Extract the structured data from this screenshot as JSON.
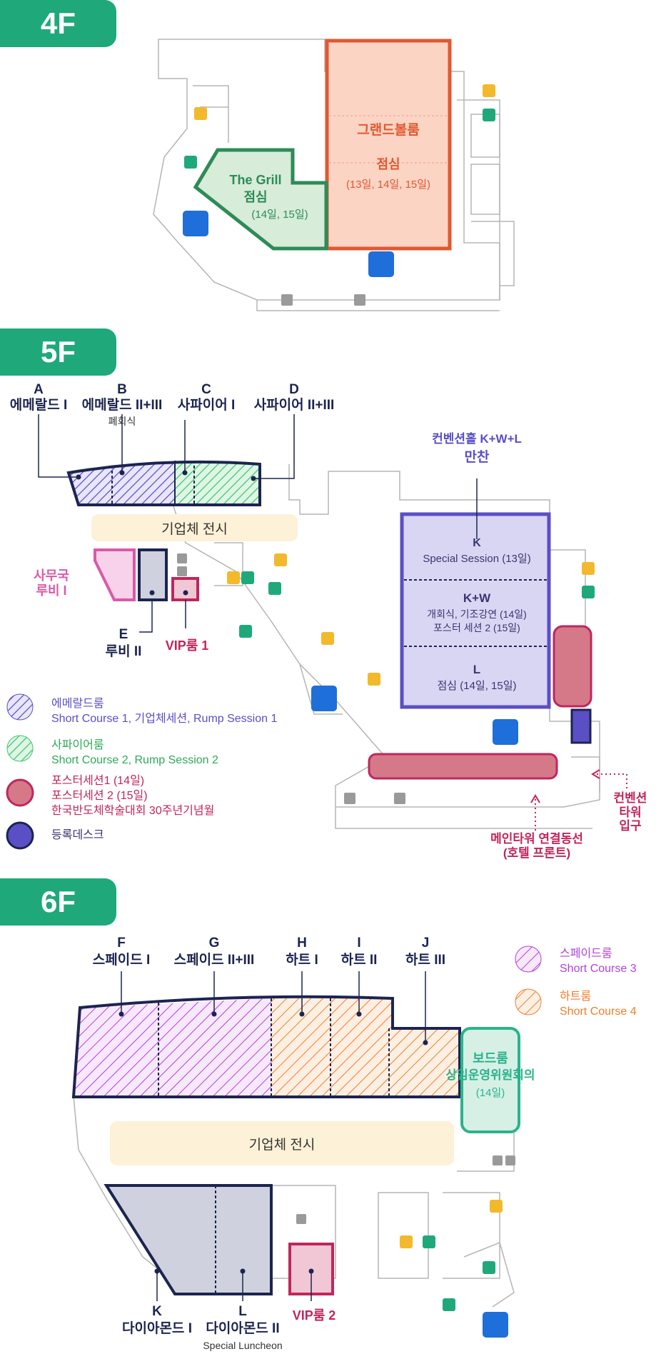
{
  "floors": {
    "f4": {
      "tag": "4F",
      "grandballroom": {
        "name": "그랜드볼룸",
        "use": "점심",
        "dates": "(13일, 14일, 15일)"
      },
      "grill": {
        "name": "The Grill",
        "use": "점심",
        "dates": "(14일, 15일)"
      }
    },
    "f5": {
      "tag": "5F",
      "rooms": {
        "a": {
          "code": "A",
          "name": "에메랄드 I"
        },
        "b": {
          "code": "B",
          "name": "에메랄드 II+III",
          "note": "폐회식"
        },
        "c": {
          "code": "C",
          "name": "사파이어 I"
        },
        "d": {
          "code": "D",
          "name": "사파이어 II+III"
        },
        "e": {
          "code": "E",
          "name": "루비 II"
        }
      },
      "office": "사무국\n루비 I",
      "vip": "VIP룸 1",
      "exhibit": "기업체 전시",
      "convention": {
        "title": "컨벤션홀 K+W+L",
        "use": "만찬"
      },
      "hall_k": {
        "code": "K",
        "desc": "Special Session (13일)"
      },
      "hall_kw": {
        "code": "K+W",
        "desc1": "개회식, 기조강연 (14일)",
        "desc2": "포스터 세션 2 (15일)"
      },
      "hall_l": {
        "code": "L",
        "desc": "점심 (14일, 15일)"
      },
      "legend": {
        "emerald": {
          "title": "에메랄드룸",
          "desc": "Short Course 1, 기업체세션, Rump Session 1"
        },
        "sapphire": {
          "title": "사파이어룸",
          "desc": "Short Course 2, Rump Session 2"
        },
        "poster": {
          "line1": "포스터세션1 (14일)",
          "line2": "포스터세션 2 (15일)",
          "line3": "한국반도체학술대회 30주년기념월"
        },
        "registration": {
          "title": "등록데스크"
        }
      },
      "main_tower": "메인타워 연결동선\n(호텔 프론트)",
      "convention_tower": "컨벤션타워\n입구"
    },
    "f6": {
      "tag": "6F",
      "rooms": {
        "f": {
          "code": "F",
          "name": "스페이드 I"
        },
        "g": {
          "code": "G",
          "name": "스페이드 II+III"
        },
        "h": {
          "code": "H",
          "name": "하트 I"
        },
        "i": {
          "code": "I",
          "name": "하트 II"
        },
        "j": {
          "code": "J",
          "name": "하트 III"
        },
        "k": {
          "code": "K",
          "name": "다이아몬드 I"
        },
        "l": {
          "code": "L",
          "name": "다이아몬드 II",
          "note": "Special Luncheon"
        }
      },
      "vip": "VIP룸 2",
      "exhibit": "기업체 전시",
      "boardroom": {
        "name": "보드룸",
        "use": "상임운영위원회의",
        "dates": "(14일)"
      },
      "legend": {
        "spade": {
          "title": "스페이드룸",
          "desc": "Short Course 3"
        },
        "heart": {
          "title": "하트룸",
          "desc": "Short Course 4"
        }
      }
    }
  },
  "colors": {
    "tag_green": "#1fa97b",
    "orange": "#e2582f",
    "grill_green": "#2e8b57",
    "purple": "#5a4fc4",
    "navy": "#1c2450",
    "magenta": "#c0265c",
    "pink": "#d95aa8",
    "violet": "#b042d8",
    "heart_orange": "#ef7e2b",
    "teal": "#2bb38c"
  }
}
